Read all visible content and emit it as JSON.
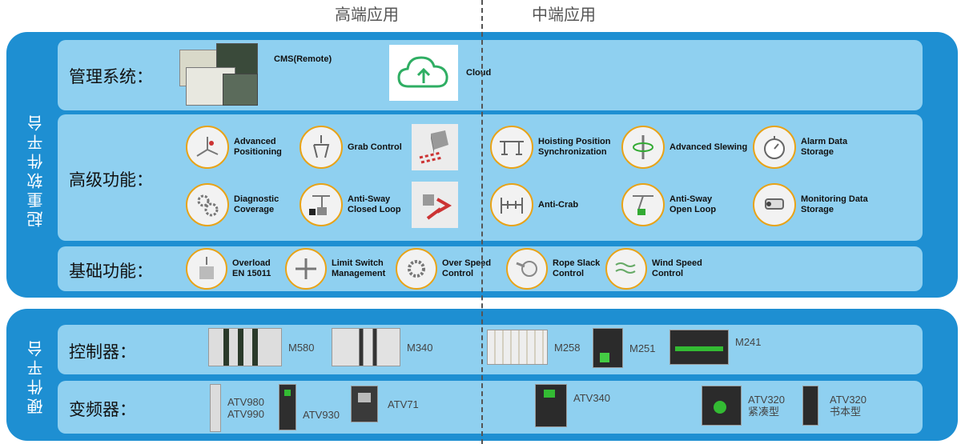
{
  "headers": {
    "high": "高端应用",
    "mid": "中端应用"
  },
  "software": {
    "label": "起重软件平台",
    "management": {
      "title": "管理系统：",
      "items": [
        {
          "label": "CMS(Remote)"
        },
        {
          "label": "Cloud"
        }
      ]
    },
    "advanced": {
      "title": "高级功能：",
      "items": [
        {
          "label": "Advanced\nPositioning",
          "icon": "axes-icon"
        },
        {
          "label": "Grab Control",
          "icon": "grab-icon"
        },
        {
          "label": "Hoisting Position\nSynchronization",
          "icon": "sync-icon"
        },
        {
          "label": "Advanced Slewing",
          "icon": "slewing-icon"
        },
        {
          "label": "Alarm Data\nStorage",
          "icon": "stopwatch-icon"
        },
        {
          "label": "Diagnostic\nCoverage",
          "icon": "gears-icon"
        },
        {
          "label": "Anti-Sway\nClosed Loop",
          "icon": "camera-icon"
        },
        {
          "label": "Anti-Crab",
          "icon": "rail-icon"
        },
        {
          "label": "Anti-Sway\nOpen Loop",
          "icon": "pendulum-icon"
        },
        {
          "label": "Monitoring Data\nStorage",
          "icon": "cctv-icon"
        }
      ]
    },
    "basic": {
      "title": "基础功能：",
      "items": [
        {
          "label": "Overload\nEN 15011",
          "icon": "hook-icon"
        },
        {
          "label": "Limit Switch\nManagement",
          "icon": "limit-icon"
        },
        {
          "label": "Over Speed\nControl",
          "icon": "speed-gear-icon"
        },
        {
          "label": "Rope Slack\nControl",
          "icon": "rope-icon"
        },
        {
          "label": "Wind Speed\nControl",
          "icon": "wind-icon"
        }
      ]
    }
  },
  "hardware": {
    "label": "硬件平台",
    "controllers": {
      "title": "控制器：",
      "items": [
        {
          "label": "M580"
        },
        {
          "label": "M340"
        },
        {
          "label": "M258"
        },
        {
          "label": "M251"
        },
        {
          "label": "M241"
        }
      ]
    },
    "drives": {
      "title": "变频器：",
      "items": [
        {
          "label": "ATV980\nATV990"
        },
        {
          "label": "ATV930"
        },
        {
          "label": "ATV71"
        },
        {
          "label": "ATV340"
        },
        {
          "label": "ATV320\n紧凑型"
        },
        {
          "label": "ATV320\n书本型"
        }
      ]
    }
  }
}
